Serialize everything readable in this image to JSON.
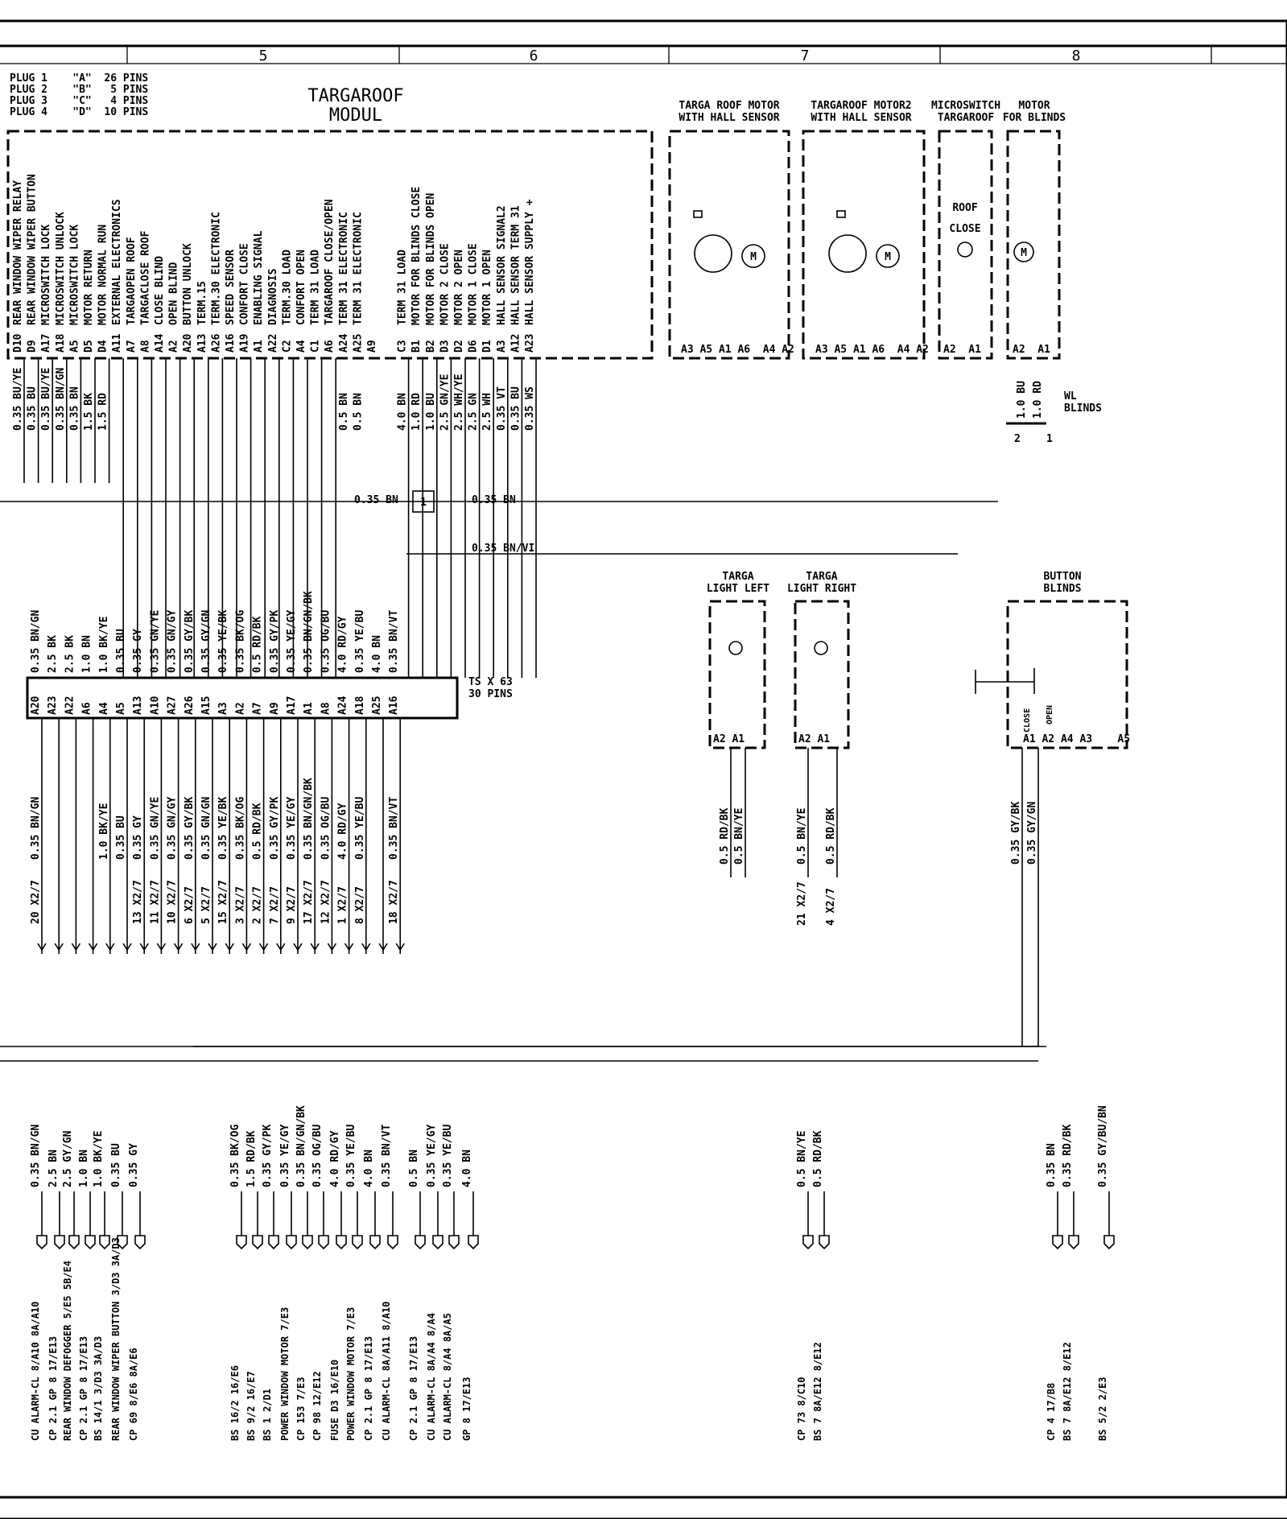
{
  "grid": {
    "columns": [
      "5",
      "6",
      "7",
      "8"
    ]
  },
  "plugs": [
    "PLUG 1    \"A\"  26 PINS",
    "PLUG 2    \"B\"   5 PINS",
    "PLUG 3    \"C\"   4 PINS",
    "PLUG 4    \"D\"  10 PINS"
  ],
  "module": {
    "title_line1": "TARGAROOF",
    "title_line2": "MODUL"
  },
  "pins": [
    {
      "fn": "REAR WINDOW WIPER RELAY",
      "pin": "D10",
      "wire": "0.35 BU/YE"
    },
    {
      "fn": "REAR WINDOW WIPER BUTTON",
      "pin": "D9",
      "wire": "0.35 BU"
    },
    {
      "fn": "MICROSWITCH LOCK",
      "pin": "A17",
      "wire": "0.35 BU/YE"
    },
    {
      "fn": "MICROSWITCH UNLOCK",
      "pin": "A18",
      "wire": "0.35 BN/GN"
    },
    {
      "fn": "MICROSWITCH LOCK",
      "pin": "A5",
      "wire": "0.35 BN"
    },
    {
      "fn": "MOTOR RETURN",
      "pin": "D5",
      "wire": "1.5 BK"
    },
    {
      "fn": "MOTOR NORMAL RUN",
      "pin": "D4",
      "wire": "1.5 RD"
    },
    {
      "fn": "EXTERNAL ELECTRONICS",
      "pin": "A11",
      "wire": ""
    },
    {
      "fn": "TARGAOPEN ROOF",
      "pin": "A7",
      "wire": ""
    },
    {
      "fn": "TARGACLOSE ROOF",
      "pin": "A8",
      "wire": ""
    },
    {
      "fn": "CLOSE BLIND",
      "pin": "A14",
      "wire": ""
    },
    {
      "fn": "OPEN BLIND",
      "pin": "A2",
      "wire": ""
    },
    {
      "fn": "BUTTON UNLOCK",
      "pin": "A20",
      "wire": ""
    },
    {
      "fn": "TERM.15",
      "pin": "A13",
      "wire": ""
    },
    {
      "fn": "TERM.30 ELECTRONIC",
      "pin": "A26",
      "wire": ""
    },
    {
      "fn": "SPEED SENSOR",
      "pin": "A16",
      "wire": ""
    },
    {
      "fn": "CONFORT CLOSE",
      "pin": "A19",
      "wire": ""
    },
    {
      "fn": "ENABLING SIGNAL",
      "pin": "A1",
      "wire": ""
    },
    {
      "fn": "DIAGNOSIS",
      "pin": "A22",
      "wire": ""
    },
    {
      "fn": "TERM.30 LOAD",
      "pin": "C2",
      "wire": ""
    },
    {
      "fn": "CONFORT OPEN",
      "pin": "A4",
      "wire": ""
    },
    {
      "fn": "TERM 31 LOAD",
      "pin": "C1",
      "wire": ""
    },
    {
      "fn": "TARGAROOF CLOSE/OPEN",
      "pin": "A6",
      "wire": ""
    },
    {
      "fn": "TERM 31 ELECTRONIC",
      "pin": "A24",
      "wire": "0.5 BN"
    },
    {
      "fn": "TERM 31 ELECTRONIC",
      "pin": "A25",
      "wire": "0.5 BN"
    },
    {
      "fn": "",
      "pin": "A9",
      "wire": ""
    },
    {
      "fn": "TERM 31 LOAD",
      "pin": "C3",
      "wire": "4.0 BN"
    },
    {
      "fn": "MOTOR FOR BLINDS CLOSE",
      "pin": "B1",
      "wire": "1.0 RD"
    },
    {
      "fn": "MOTOR FOR BLINDS OPEN",
      "pin": "B2",
      "wire": "1.0 BU"
    },
    {
      "fn": "MOTOR 2 CLOSE",
      "pin": "D3",
      "wire": "2.5 GN/YE"
    },
    {
      "fn": "MOTOR 2 OPEN",
      "pin": "D2",
      "wire": "2.5 WH/YE"
    },
    {
      "fn": "MOTOR 1 CLOSE",
      "pin": "D6",
      "wire": "2.5 GN"
    },
    {
      "fn": "MOTOR 1 OPEN",
      "pin": "D1",
      "wire": "2.5 WH"
    },
    {
      "fn": "HALL SENSOR SIGNAL2",
      "pin": "A3",
      "wire": "0.35 VT"
    },
    {
      "fn": "HALL SENSOR TERM 31",
      "pin": "A12",
      "wire": "0.35 BU"
    },
    {
      "fn": "HALL SENSOR SUPPLY +",
      "pin": "A23",
      "wire": "0.35 WS"
    }
  ],
  "components": {
    "motor1": {
      "title1": "TARGA ROOF MOTOR",
      "title2": "WITH HALL SENSOR",
      "pins": "A3 A5 A1 A6  A4 A2"
    },
    "motor2": {
      "title1": "TARGAROOF MOTOR2",
      "title2": "WITH HALL SENSOR",
      "pins": "A3 A5 A1 A6  A4 A2"
    },
    "microswitch": {
      "title1": "MICROSWITCH",
      "title2": "TARGAROOF",
      "label1": "ROOF",
      "label2": "CLOSE",
      "pins": "A2  A1"
    },
    "blindmotor": {
      "title1": "MOTOR",
      "title2": "FOR BLINDS",
      "pins": "A2  A1"
    },
    "wl_blinds": {
      "label1": "WL",
      "label2": "BLINDS",
      "wire1": "1.0 BU",
      "wire2": "1.0 RD",
      "pin1": "2",
      "pin2": "1"
    },
    "light_left": {
      "title1": "TARGA",
      "title2": "LIGHT LEFT",
      "pins": "A2 A1"
    },
    "light_right": {
      "title1": "TARGA",
      "title2": "LIGHT RIGHT",
      "pins": "A2 A1"
    },
    "button_blinds": {
      "title1": "BUTTON",
      "title2": "BLINDS",
      "close": "CLOSE",
      "open": "OPEN",
      "pins": "A1 A2 A4 A3    A5"
    }
  },
  "splice": {
    "label": "1",
    "wire_left": "0.35 BN",
    "wire_right": "0.35 BN",
    "wire_vi": "0.35 BN/VI"
  },
  "connector": {
    "title": "TS X 63",
    "subtitle": "30 PINS"
  },
  "ts_pins": [
    {
      "pin": "A20",
      "wire": "0.35 BN/GN"
    },
    {
      "pin": "A23",
      "wire": "2.5 BK"
    },
    {
      "pin": "A22",
      "wire": "2.5 BK"
    },
    {
      "pin": "A6",
      "wire": "1.0 BN"
    },
    {
      "pin": "A4",
      "wire": "1.0 BK/YE"
    },
    {
      "pin": "A5",
      "wire": "0.35 BU"
    },
    {
      "pin": "A13",
      "wire": "0.35 GY"
    },
    {
      "pin": "A10",
      "wire": "0.35 GN/YE"
    },
    {
      "pin": "A27",
      "wire": "0.35 GN/GY"
    },
    {
      "pin": "A26",
      "wire": "0.35 GY/BK"
    },
    {
      "pin": "A15",
      "wire": "0.35 GY/GN"
    },
    {
      "pin": "A3",
      "wire": "0.35 YE/BK"
    },
    {
      "pin": "A2",
      "wire": "0.35 BK/OG"
    },
    {
      "pin": "A7",
      "wire": "0.5 RD/BK"
    },
    {
      "pin": "A9",
      "wire": "0.35 GY/PK"
    },
    {
      "pin": "A17",
      "wire": "0.35 YE/GY"
    },
    {
      "pin": "A1",
      "wire": "0.35 BN/GN/BK"
    },
    {
      "pin": "A8",
      "wire": "0.35 OG/BU"
    },
    {
      "pin": "A24",
      "wire": "4.0 RD/GY"
    },
    {
      "pin": "A18",
      "wire": "0.35 YE/BU"
    },
    {
      "pin": "A25",
      "wire": "4.0 BN"
    },
    {
      "pin": "A16",
      "wire": "0.35 BN/VT"
    }
  ],
  "lower_wires": [
    {
      "wire": "0.35 BN/GN",
      "x2": "20 X2/7"
    },
    {
      "wire": "",
      "x2": ""
    },
    {
      "wire": "",
      "x2": ""
    },
    {
      "wire": "",
      "x2": ""
    },
    {
      "wire": "1.0 BK/YE",
      "x2": ""
    },
    {
      "wire": "0.35 BU",
      "x2": ""
    },
    {
      "wire": "0.35 GY",
      "x2": "13 X2/7"
    },
    {
      "wire": "0.35 GN/YE",
      "x2": "11 X2/7"
    },
    {
      "wire": "0.35 GN/GY",
      "x2": "10 X2/7"
    },
    {
      "wire": "0.35 GY/BK",
      "x2": "6 X2/7"
    },
    {
      "wire": "0.35 GN/GN",
      "x2": "5 X2/7"
    },
    {
      "wire": "0.35 YE/BK",
      "x2": "15 X2/7"
    },
    {
      "wire": "0.35 BK/OG",
      "x2": "3 X2/7"
    },
    {
      "wire": "0.5 RD/BK",
      "x2": "2 X2/7"
    },
    {
      "wire": "0.35 GY/PK",
      "x2": "7 X2/7"
    },
    {
      "wire": "0.35 YE/GY",
      "x2": "9 X2/7"
    },
    {
      "wire": "0.35 BN/GN/BK",
      "x2": "17 X2/7"
    },
    {
      "wire": "0.35 OG/BU",
      "x2": "12 X2/7"
    },
    {
      "wire": "4.0 RD/GY",
      "x2": "1 X2/7"
    },
    {
      "wire": "0.35 YE/BU",
      "x2": "8 X2/7"
    },
    {
      "wire": "",
      "x2": ""
    },
    {
      "wire": "0.35 BN/VT",
      "x2": "18 X2/7"
    }
  ],
  "light_wires": [
    {
      "wire": "0.5 RD/BK"
    },
    {
      "wire": "0.5 BN/YE"
    },
    {
      "wire": "0.5 BN/YE",
      "x2": "21 X2/7"
    },
    {
      "wire": "0.5 RD/BK",
      "x2": "4 X2/7"
    }
  ],
  "button_wires": [
    "0.35 GY/BK",
    "0.35 GY/GN"
  ],
  "bottom_terminals": [
    {
      "wire": "0.35 BN/GN",
      "dest": "CU ALARM-CL   8/A10 8A/A10"
    },
    {
      "wire": "2.5 BN",
      "dest": "CP 2.1 GP 8   17/E13"
    },
    {
      "wire": "2.5 GY/GN",
      "dest": "REAR WINDOW DEFOGGER 5/E5 5B/E4"
    },
    {
      "wire": "1.0 BN",
      "dest": "CP 2.1 GP 8   17/E13"
    },
    {
      "wire": "1.0 BK/YE",
      "dest": "BS 14/1   3/D3 3A/D3"
    },
    {
      "wire": "0.35 BU",
      "dest": "REAR WINDOW WIPER BUTTON  3/D3 3A/D3"
    },
    {
      "wire": "0.35 GY",
      "dest": "CP 69   8/E6 8A/E6"
    },
    {
      "wire": "0.35 BK/OG",
      "dest": "BS 16/2   16/E6"
    },
    {
      "wire": "1.5 RD/BK",
      "dest": "BS 9/2   16/E7"
    },
    {
      "wire": "0.35 GY/PK",
      "dest": "BS 1   2/D1"
    },
    {
      "wire": "0.35 YE/GY",
      "dest": "POWER WINDOW MOTOR   7/E3"
    },
    {
      "wire": "0.35 BN/GN/BK",
      "dest": "CP 153   7/E3"
    },
    {
      "wire": "0.35 OG/BU",
      "dest": "CP 98   12/E12"
    },
    {
      "wire": "4.0 RD/GY",
      "dest": "FUSE D3   16/E10"
    },
    {
      "wire": "0.35 YE/BU",
      "dest": "POWER WINDOW MOTOR   7/E3"
    },
    {
      "wire": "4.0 BN",
      "dest": "CP 2.1 GP 8   17/E13"
    },
    {
      "wire": "0.35 BN/VT",
      "dest": "CU ALARM-CL 8A/A11 8/A10"
    },
    {
      "wire": "0.5 BN",
      "dest": "CP 2.1 GP 8   17/E13"
    },
    {
      "wire": "0.35 YE/GY",
      "dest": "CU ALARM-CL   8A/A4 8/A4"
    },
    {
      "wire": "0.35 YE/BU",
      "dest": "CU ALARM-CL   8/A4 8A/A5"
    },
    {
      "wire": "4.0 BN",
      "dest": "GP 8   17/E13"
    },
    {
      "wire": "0.5 BN/YE",
      "dest": "CP 73   8/C10"
    },
    {
      "wire": "0.5 RD/BK",
      "dest": "BS 7 8A/E12 8/E12"
    },
    {
      "wire": "0.35 BN",
      "dest": "CP 4   17/B8"
    },
    {
      "wire": "0.35 RD/BK",
      "dest": "BS 7 8A/E12 8/E12"
    },
    {
      "wire": "0.35 GY/BU/BN",
      "dest": "BS 5/2   2/E3"
    }
  ]
}
